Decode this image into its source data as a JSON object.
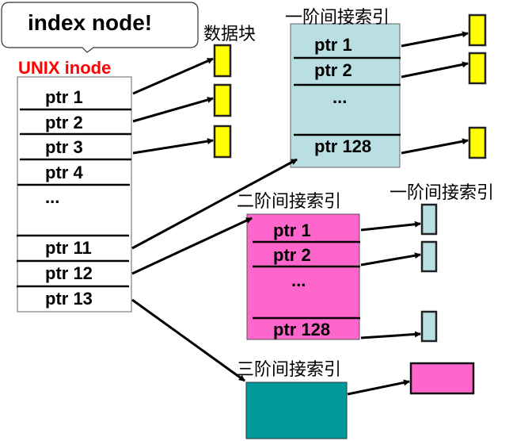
{
  "callout": {
    "text": "index node!"
  },
  "inode": {
    "title": "UNIX inode",
    "entries": [
      "ptr 1",
      "ptr 2",
      "ptr 3",
      "ptr 4",
      "...",
      "ptr 11",
      "ptr 12",
      "ptr 13"
    ]
  },
  "labels": {
    "data_blocks": "数据块",
    "single_indirect_top": "一阶间接索引",
    "double_indirect": "二阶间接索引",
    "single_indirect_right": "一阶间接索引",
    "triple_indirect": "三阶间接索引"
  },
  "single_indirect_block": {
    "entries": [
      "ptr 1",
      "ptr 2",
      "...",
      "ptr 128"
    ]
  },
  "double_indirect_block": {
    "entries": [
      "ptr 1",
      "ptr 2",
      "...",
      "ptr 128"
    ]
  },
  "colors": {
    "data_block": "#ffff00",
    "single_indirect": "#b9dfe3",
    "double_indirect": "#ff66cc",
    "triple_indirect": "#009999",
    "title_red": "#ff0000"
  }
}
